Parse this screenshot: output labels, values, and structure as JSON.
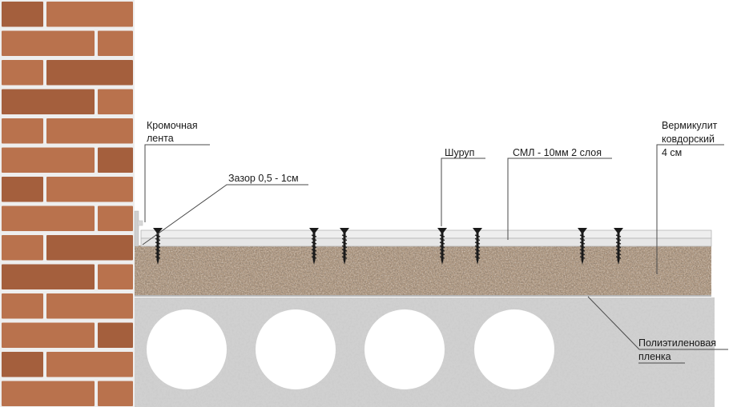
{
  "labels": {
    "edge_tape_line1": "Кромочная",
    "edge_tape_line2": "лента",
    "gap": "Зазор 0,5 - 1см",
    "screw": "Шуруп",
    "sml": "СМЛ - 10мм 2 слоя",
    "vermiculite_line1": "Вермикулит",
    "vermiculite_line2": "ковдорский",
    "vermiculite_line3": "4 см",
    "film_line1": "Полиэтиленовая",
    "film_line2": "пленка"
  },
  "colors": {
    "brick": "#b9724d",
    "brick_dark": "#a45f3d",
    "mortar": "#eeeeee",
    "slab": "#d0d0d0",
    "vermiculite": "#b09a84",
    "board": "#ececec",
    "screw": "#1a1a1a",
    "leader": "#4a4a4a"
  },
  "screw_icon": "screw-icon",
  "hole_count": 4
}
